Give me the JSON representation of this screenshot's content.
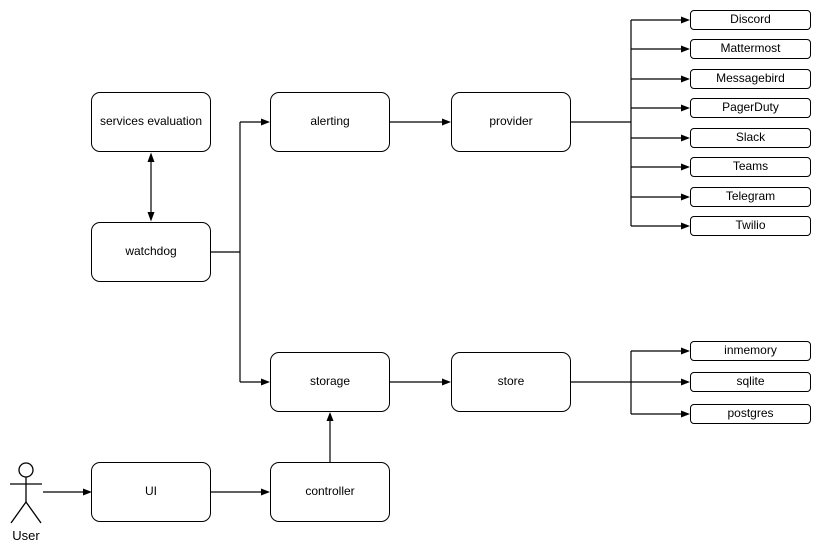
{
  "diagram": {
    "nodes": {
      "services_evaluation": "services evaluation",
      "watchdog": "watchdog",
      "alerting": "alerting",
      "provider": "provider",
      "storage": "storage",
      "store": "store",
      "ui": "UI",
      "controller": "controller"
    },
    "providers": [
      "Discord",
      "Mattermost",
      "Messagebird",
      "PagerDuty",
      "Slack",
      "Teams",
      "Telegram",
      "Twilio"
    ],
    "stores": [
      "inmemory",
      "sqlite",
      "postgres"
    ],
    "actor": {
      "label": "User"
    },
    "edges": [
      {
        "from": "services evaluation",
        "to": "watchdog",
        "direction": "bidirectional"
      },
      {
        "from": "watchdog",
        "to": "alerting"
      },
      {
        "from": "watchdog",
        "to": "storage"
      },
      {
        "from": "alerting",
        "to": "provider"
      },
      {
        "from": "provider",
        "to": "Discord"
      },
      {
        "from": "provider",
        "to": "Mattermost"
      },
      {
        "from": "provider",
        "to": "Messagebird"
      },
      {
        "from": "provider",
        "to": "PagerDuty"
      },
      {
        "from": "provider",
        "to": "Slack"
      },
      {
        "from": "provider",
        "to": "Teams"
      },
      {
        "from": "provider",
        "to": "Telegram"
      },
      {
        "from": "provider",
        "to": "Twilio"
      },
      {
        "from": "storage",
        "to": "store"
      },
      {
        "from": "store",
        "to": "inmemory"
      },
      {
        "from": "store",
        "to": "sqlite"
      },
      {
        "from": "store",
        "to": "postgres"
      },
      {
        "from": "User",
        "to": "UI"
      },
      {
        "from": "UI",
        "to": "controller"
      },
      {
        "from": "controller",
        "to": "storage"
      }
    ]
  },
  "colors": {
    "stroke": "#000000",
    "fill": "#ffffff",
    "background": "#ffffff"
  }
}
